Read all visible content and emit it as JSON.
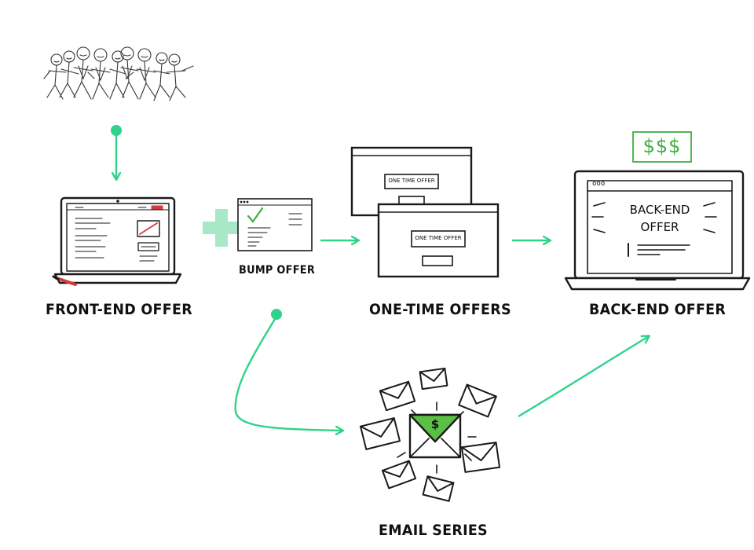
{
  "labels": {
    "front_end": "FRONT-END OFFER",
    "bump": "BUMP OFFER",
    "one_time": "ONE-TIME OFFERS",
    "back_end": "BACK-END OFFER",
    "email": "EMAIL SERIES"
  },
  "screens": {
    "one_time_offer_1": "ONE TIME OFFER",
    "one_time_offer_2": "ONE TIME OFFER",
    "back_end_line1": "BACK-END",
    "back_end_line2": "OFFER",
    "window_dots": "ooo"
  },
  "money_sign": "$$$",
  "dollar": "$",
  "colors": {
    "accent": "#2fd38a",
    "ink": "#1a1a1a",
    "money_green": "#3fae3f",
    "envelope_green": "#5bbf46",
    "plus": "#a8e8c8",
    "red": "#d33b3b"
  }
}
